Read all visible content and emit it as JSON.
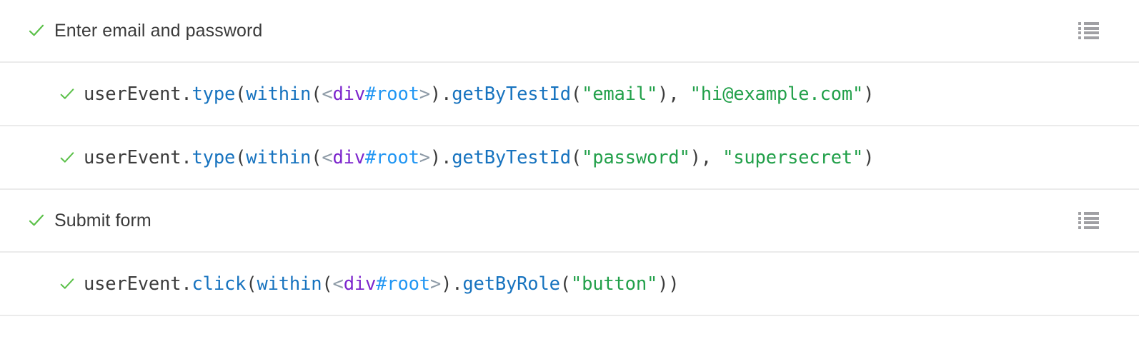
{
  "theme": {
    "background": "#ffffff",
    "separator": "#ebebeb",
    "check_green": "#5cc14a",
    "text_primary": "#3a3a3a",
    "code_function": "#1773bf",
    "code_bracket": "#8e9ba7",
    "code_tag": "#7d26cd",
    "code_id": "#2196f3",
    "code_string": "#22a04a",
    "icon_gray": "#a0a0a4"
  },
  "rows": [
    {
      "kind": "group",
      "status": "passed",
      "status_icon": "check-icon",
      "title": "Enter email and password",
      "action_icon": "list-icon"
    },
    {
      "kind": "assertion",
      "status": "passed",
      "status_icon": "check-icon",
      "code": {
        "full": "userEvent.type(within(<div#root>).getByTestId(\"email\"), \"hi@example.com\")",
        "tokens": [
          {
            "t": "userEvent",
            "c": "plain"
          },
          {
            "t": ".",
            "c": "punc"
          },
          {
            "t": "type",
            "c": "fn"
          },
          {
            "t": "(",
            "c": "punc"
          },
          {
            "t": "within",
            "c": "fn"
          },
          {
            "t": "(",
            "c": "punc"
          },
          {
            "t": "<",
            "c": "bracket"
          },
          {
            "t": "div",
            "c": "tag"
          },
          {
            "t": "#root",
            "c": "id"
          },
          {
            "t": ">",
            "c": "bracket"
          },
          {
            "t": ")",
            "c": "punc"
          },
          {
            "t": ".",
            "c": "punc"
          },
          {
            "t": "getByTestId",
            "c": "fn"
          },
          {
            "t": "(",
            "c": "punc"
          },
          {
            "t": "\"email\"",
            "c": "string"
          },
          {
            "t": "), ",
            "c": "punc"
          },
          {
            "t": "\"hi@example.com\"",
            "c": "string"
          },
          {
            "t": ")",
            "c": "punc"
          }
        ]
      }
    },
    {
      "kind": "assertion",
      "status": "passed",
      "status_icon": "check-icon",
      "code": {
        "full": "userEvent.type(within(<div#root>).getByTestId(\"password\"), \"supersecret\")",
        "tokens": [
          {
            "t": "userEvent",
            "c": "plain"
          },
          {
            "t": ".",
            "c": "punc"
          },
          {
            "t": "type",
            "c": "fn"
          },
          {
            "t": "(",
            "c": "punc"
          },
          {
            "t": "within",
            "c": "fn"
          },
          {
            "t": "(",
            "c": "punc"
          },
          {
            "t": "<",
            "c": "bracket"
          },
          {
            "t": "div",
            "c": "tag"
          },
          {
            "t": "#root",
            "c": "id"
          },
          {
            "t": ">",
            "c": "bracket"
          },
          {
            "t": ")",
            "c": "punc"
          },
          {
            "t": ".",
            "c": "punc"
          },
          {
            "t": "getByTestId",
            "c": "fn"
          },
          {
            "t": "(",
            "c": "punc"
          },
          {
            "t": "\"password\"",
            "c": "string"
          },
          {
            "t": "), ",
            "c": "punc"
          },
          {
            "t": "\"supersecret\"",
            "c": "string"
          },
          {
            "t": ")",
            "c": "punc"
          }
        ]
      }
    },
    {
      "kind": "group",
      "status": "passed",
      "status_icon": "check-icon",
      "title": "Submit form",
      "action_icon": "list-icon"
    },
    {
      "kind": "assertion",
      "status": "passed",
      "status_icon": "check-icon",
      "code": {
        "full": "userEvent.click(within(<div#root>).getByRole(\"button\"))",
        "tokens": [
          {
            "t": "userEvent",
            "c": "plain"
          },
          {
            "t": ".",
            "c": "punc"
          },
          {
            "t": "click",
            "c": "fn"
          },
          {
            "t": "(",
            "c": "punc"
          },
          {
            "t": "within",
            "c": "fn"
          },
          {
            "t": "(",
            "c": "punc"
          },
          {
            "t": "<",
            "c": "bracket"
          },
          {
            "t": "div",
            "c": "tag"
          },
          {
            "t": "#root",
            "c": "id"
          },
          {
            "t": ">",
            "c": "bracket"
          },
          {
            "t": ")",
            "c": "punc"
          },
          {
            "t": ".",
            "c": "punc"
          },
          {
            "t": "getByRole",
            "c": "fn"
          },
          {
            "t": "(",
            "c": "punc"
          },
          {
            "t": "\"button\"",
            "c": "string"
          },
          {
            "t": "))",
            "c": "punc"
          }
        ]
      }
    }
  ]
}
